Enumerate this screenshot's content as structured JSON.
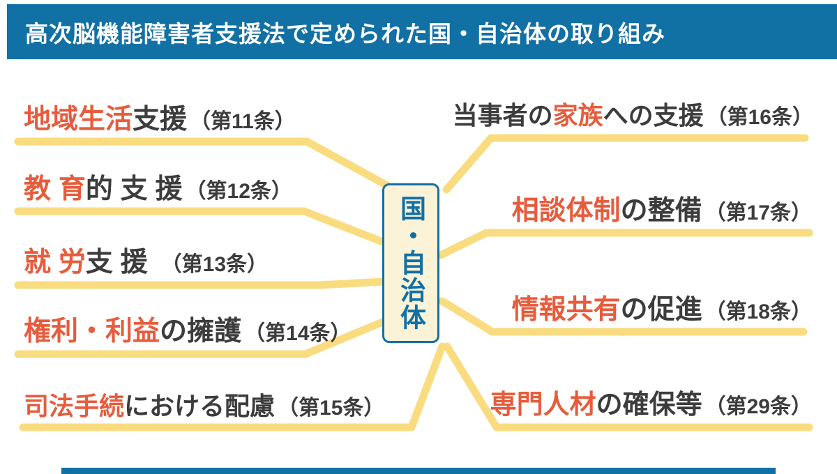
{
  "header": {
    "title": "高次脳機能障害者支援法で定められた国・自治体の取り組み"
  },
  "center": {
    "label": "国・自治体"
  },
  "colors": {
    "blue": "#1170A4",
    "yellow": "#FADC80",
    "cream": "#FBF3D8",
    "accent": "#E65C3C",
    "dark": "#3C3C3C"
  },
  "items": {
    "left": [
      {
        "pre": "",
        "accent": "地域生活",
        "post": "支援",
        "ref": "（第11条）"
      },
      {
        "pre": "",
        "accent": "教 育",
        "post": "的 支 援",
        "ref": "（第12条）"
      },
      {
        "pre": "",
        "accent": "就 労",
        "post": "支 援",
        "ref": "　（第13条）"
      },
      {
        "pre": "",
        "accent": "権利・利益",
        "post": "の擁護",
        "ref": "（第14条）"
      },
      {
        "pre": "",
        "accent": "司法手続",
        "post": "における配慮",
        "ref": "（第15条）"
      }
    ],
    "right": [
      {
        "pre": "当事者の",
        "accent": "家族",
        "post": "への支援",
        "ref": "（第16条）"
      },
      {
        "pre": "",
        "accent": "相談体制",
        "post": "の整備",
        "ref": "（第17条）"
      },
      {
        "pre": "",
        "accent": "情報共有",
        "post": "の促進",
        "ref": "（第18条）"
      },
      {
        "pre": "",
        "accent": "専門人材",
        "post": "の確保等",
        "ref": "（第29条）"
      }
    ]
  }
}
